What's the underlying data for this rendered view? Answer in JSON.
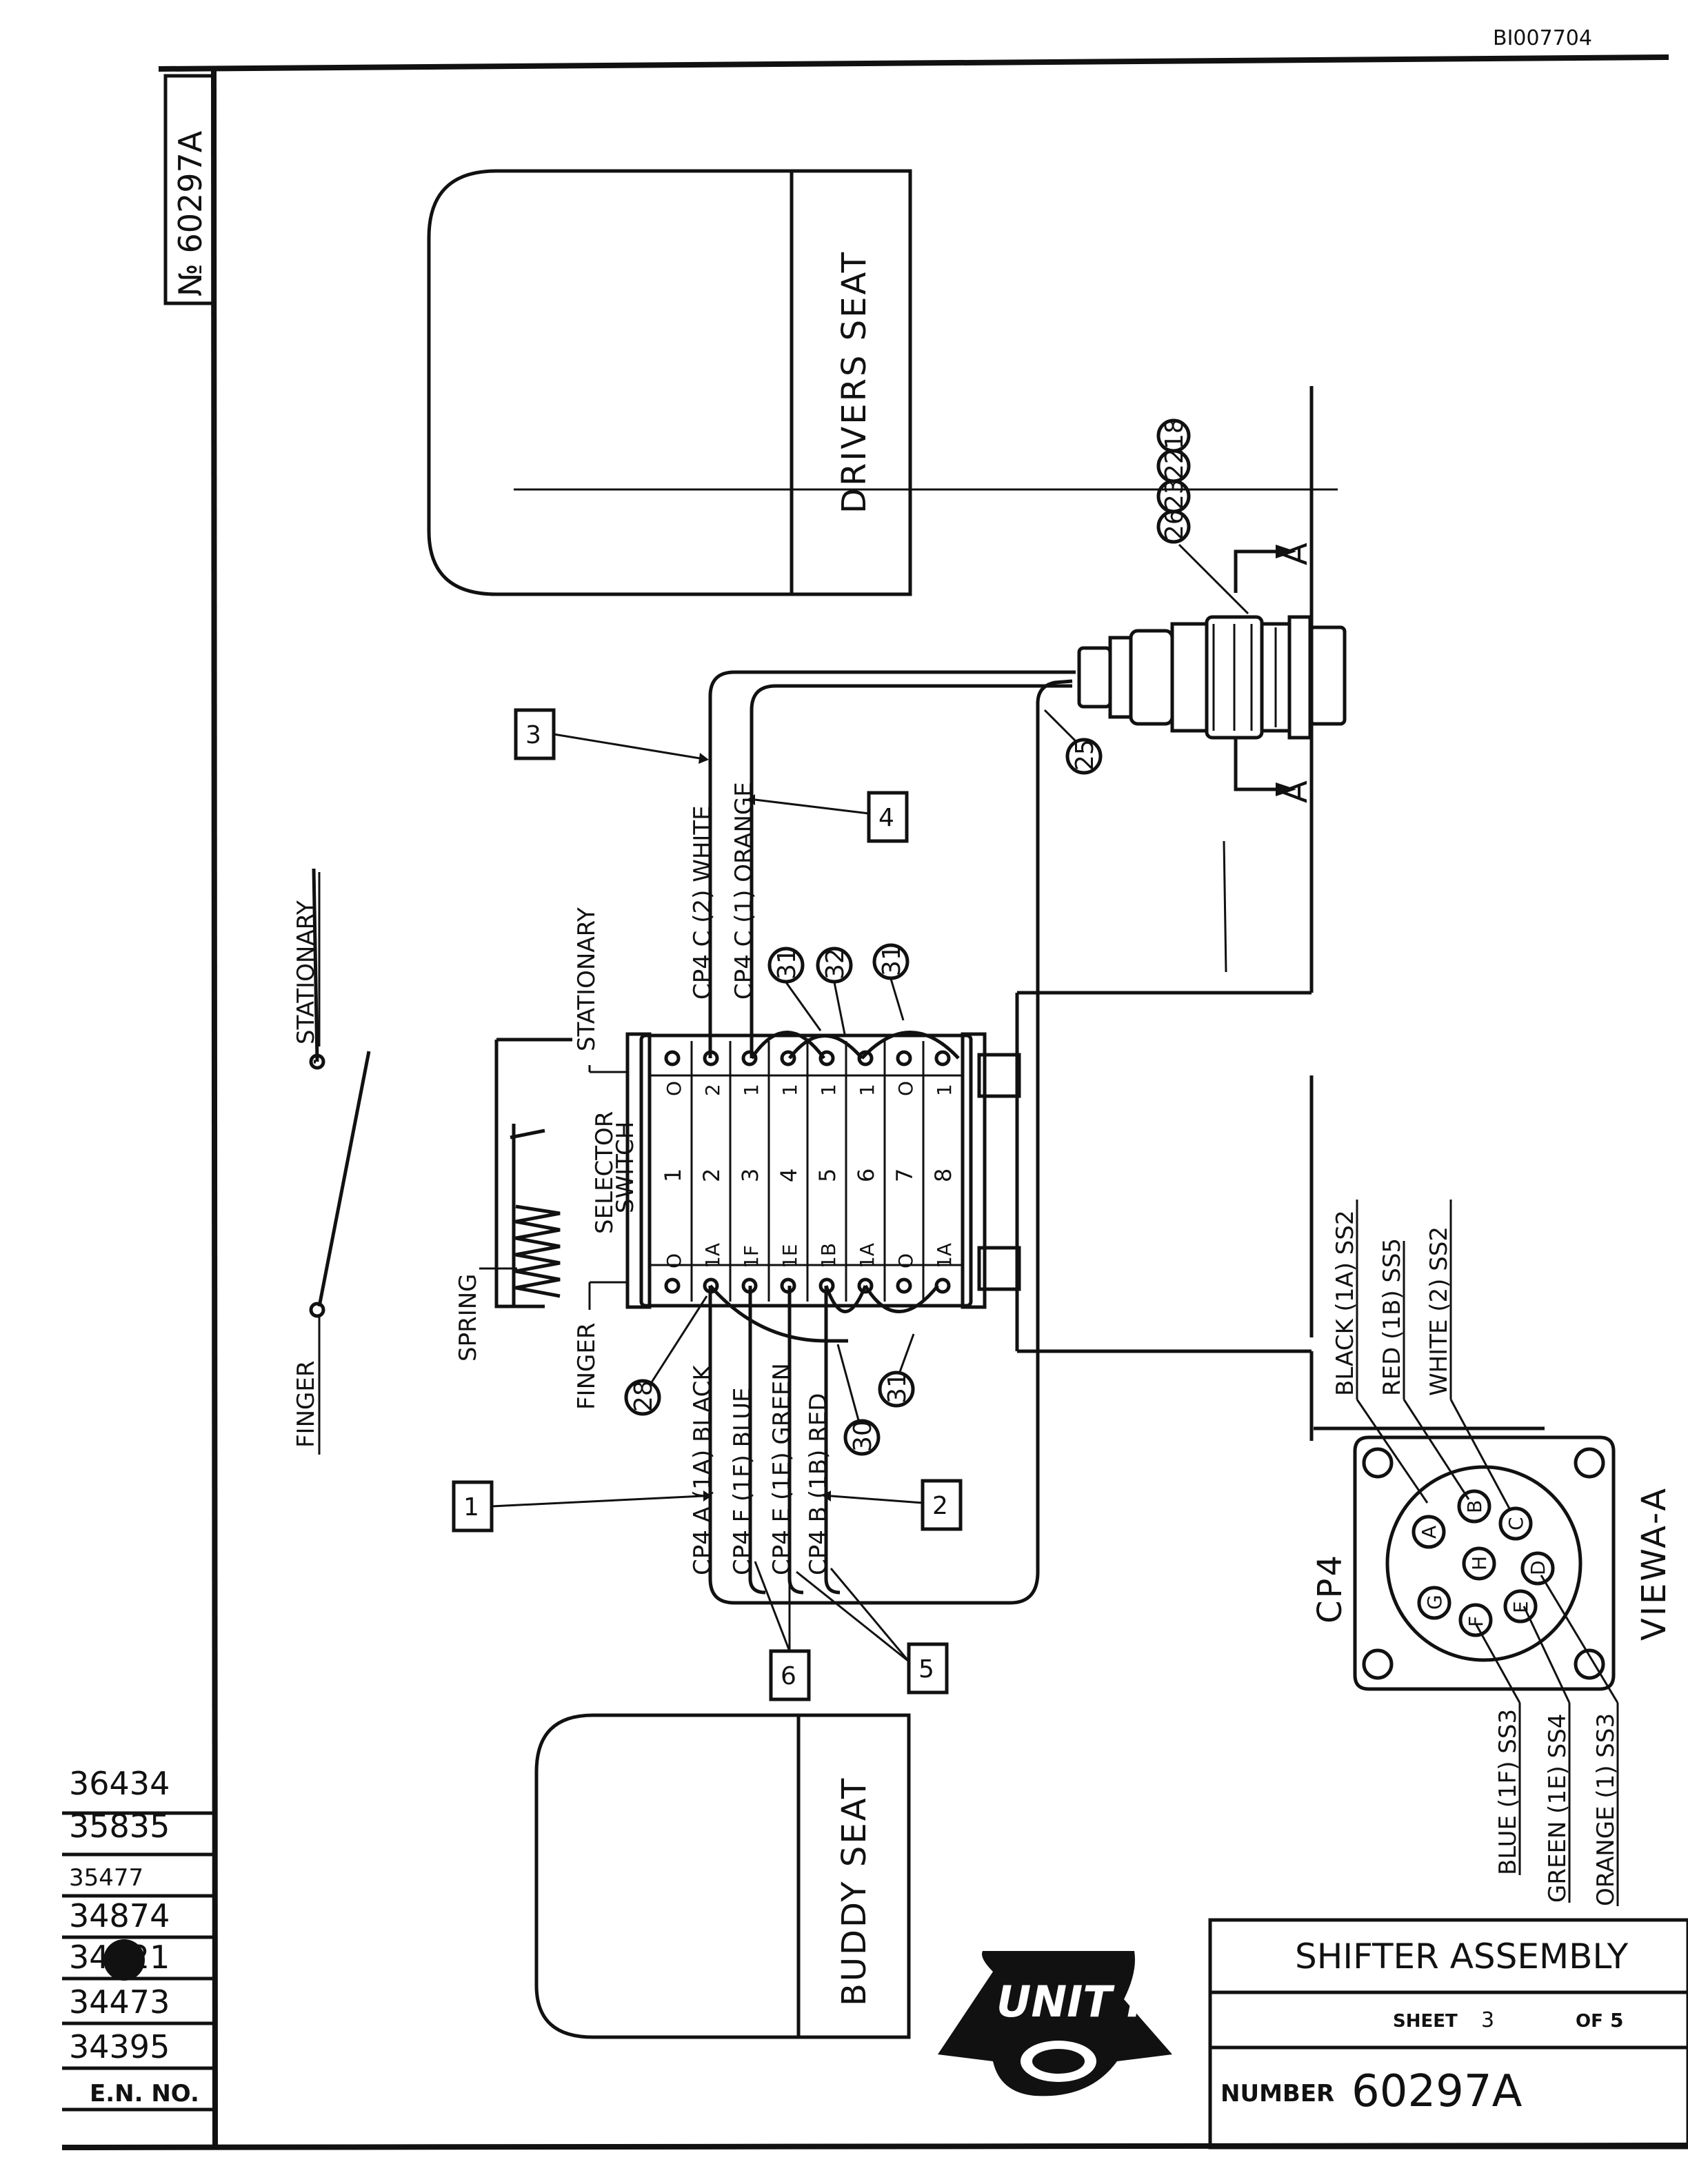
{
  "document_id": "BI007704",
  "drawing_number_box": "№ 60297A",
  "seats": {
    "drivers": "DRIVERS SEAT",
    "buddy": "BUDDY SEAT"
  },
  "labels": {
    "stationary_top": "STATIONARY",
    "stationary_switch": "STATIONARY",
    "finger_left": "FINGER",
    "finger_switch": "FINGER",
    "spring": "SPRING",
    "selector_switch_line1": "SELECTOR",
    "selector_switch_line2": "SWITCH",
    "section_a_top": "A",
    "section_a_bottom": "A"
  },
  "switch": {
    "positions": [
      "1",
      "2",
      "3",
      "4",
      "5",
      "6",
      "7",
      "8"
    ],
    "right_terminals": [
      "O",
      "2",
      "1",
      "1",
      "1",
      "1",
      "O",
      "1"
    ],
    "left_terminals": [
      "O",
      "1A",
      "1F",
      "1E",
      "1B",
      "1A",
      "O",
      "1A"
    ]
  },
  "wires": {
    "c2_white": "CP4 C (2) WHITE",
    "c1_orange": "CP4 C (1) ORANGE",
    "a_black": "CP4 A (1A) BLACK",
    "f_blue": "CP4 F (1F) BLUE",
    "e_green": "CP4 E (1E) GREEN",
    "b_red": "CP4 B (1B) RED"
  },
  "callouts": {
    "box1": "1",
    "box2": "2",
    "box3": "3",
    "box4": "4",
    "box5": "5",
    "box6": "6",
    "c18": "18",
    "c22": "22",
    "c23": "23",
    "c26": "26",
    "c25": "25",
    "c28": "28",
    "c30": "30",
    "c31a": "31",
    "c31b": "31",
    "c31c": "31",
    "c32": "32"
  },
  "connector": {
    "title": "CP4",
    "pins": [
      "A",
      "B",
      "C",
      "D",
      "E",
      "F",
      "G",
      "H"
    ],
    "view_label": "VIEWA-A",
    "top_labels": [
      "BLACK (1A) SS2",
      "RED (1B) SS5",
      "WHITE (2) SS2"
    ],
    "bottom_labels": [
      "BLUE (1F) SS3",
      "GREEN (1E) SS4",
      "ORANGE (1) SS3"
    ]
  },
  "revisions": [
    "36434",
    "35835",
    "35477",
    "34874",
    "34521",
    "34473",
    "34395",
    "E.N. NO."
  ],
  "title_block": {
    "title": "SHIFTER ASSEMBLY",
    "sheet_label": "SHEET",
    "sheet_number": "3",
    "of_label": "OF",
    "sheet_total": "5",
    "number_label": "NUMBER",
    "number": "60297A"
  },
  "logo": "UNIT RIG"
}
